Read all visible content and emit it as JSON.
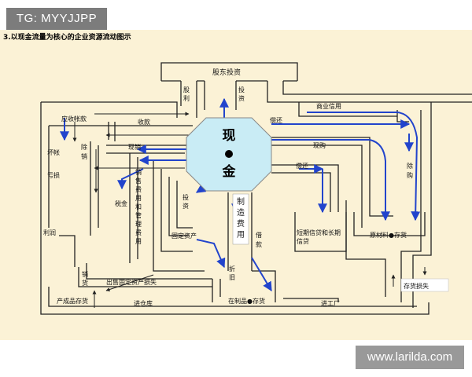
{
  "watermark_top": "TG: MYYJJPP",
  "watermark_bottom": "www.larilda.com",
  "title": "3.以现金流量为核心的企业资源流动图示",
  "center": {
    "char1": "现",
    "char2": "金"
  },
  "labels": {
    "shareholder_invest": "股东投资",
    "dividend_1": "股",
    "dividend_2": "利",
    "invest_top_1": "投",
    "invest_top_2": "资",
    "commercial_credit": "商业信用",
    "repay_top": "偿还",
    "receivables": "应收帐款",
    "collect": "收款",
    "bad_debt": "坏帐",
    "writeoff_1": "除",
    "writeoff_2": "销",
    "cash_sale": "现销",
    "cash_buy": "现购",
    "loss": "亏损",
    "credit_buy_1": "除",
    "credit_buy_2": "购",
    "repay_mid": "偿还",
    "tax": "税金",
    "sga_1": "销",
    "sga_2": "售",
    "sga_3": "费",
    "sga_4": "用",
    "sga_5": "和",
    "sga_6": "管",
    "sga_7": "理",
    "sga_8": "费",
    "sga_9": "用",
    "invest_mid_1": "投",
    "invest_mid_2": "资",
    "mfg_1": "制",
    "mfg_2": "造",
    "mfg_3": "费",
    "mfg_4": "用",
    "profit": "利润",
    "borrow_1": "借",
    "borrow_2": "款",
    "loans_1": "短期信贷和长期",
    "loans_2": "信贷",
    "raw_material": "原材料●存货",
    "fixed_assets": "固定资产",
    "sale_1": "销",
    "sale_2": "货",
    "depreciation_1": "折",
    "depreciation_2": "旧",
    "fixed_asset_loss": "出售固定资产损失",
    "inventory_loss": "存货损失",
    "finished_goods": "产成品存货",
    "into_warehouse": "进仓库",
    "wip": "在制品●存货",
    "into_factory": "进工厂"
  }
}
